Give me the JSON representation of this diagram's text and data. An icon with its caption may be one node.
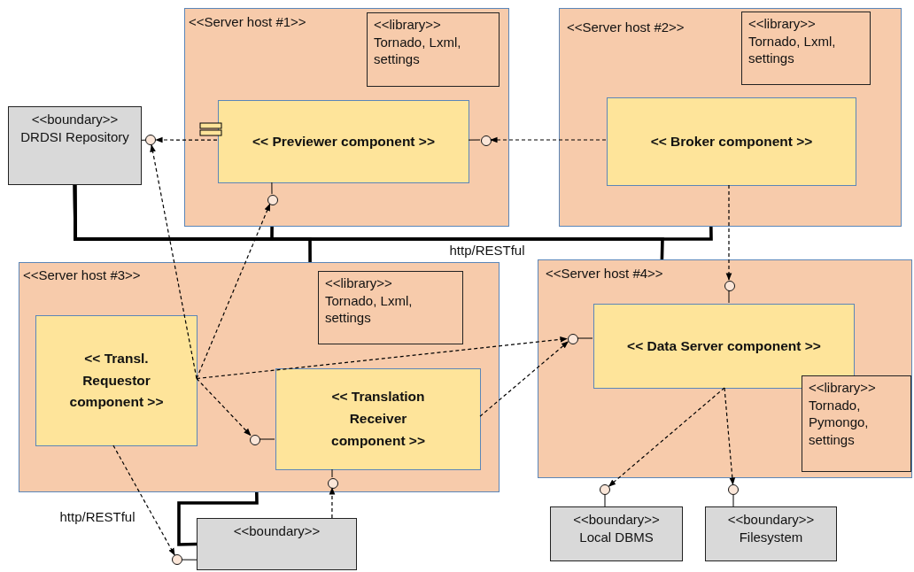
{
  "diagram": {
    "nodes": [
      {
        "text": [
          "<<Server host #1>>"
        ]
      },
      {
        "text": [
          "<<library>>",
          "Tornado, Lxml, settings"
        ],
        "in": 0
      },
      {
        "text": [
          "<< Previewer component >>"
        ],
        "in": 0
      },
      {
        "text": [
          "<<Server host #2>>"
        ]
      },
      {
        "text": [
          "<<library>>",
          "Tornado, Lxml, settings"
        ],
        "in": 3
      },
      {
        "text": [
          "<< Broker component >>"
        ],
        "in": 3
      },
      {
        "text": [
          "<<boundary>>",
          "DRDSI Repository"
        ]
      },
      {
        "text": [
          "<<Server host #3>>"
        ]
      },
      {
        "text": [
          "<<library>>",
          "Tornado, Lxml, settings"
        ],
        "in": 7
      },
      {
        "text": [
          "<< Transl. Requestor component >>"
        ],
        "in": 7
      },
      {
        "text": [
          "<< Translation Receiver component >>"
        ],
        "in": 7
      },
      {
        "text": [
          "<<Server host #4>>"
        ]
      },
      {
        "text": [
          "<< Data Server component >>"
        ],
        "in": 11
      },
      {
        "text": [
          "<<library>>",
          "Tornado, Pymongo, settings"
        ],
        "in": 11
      },
      {
        "text": [
          "<<boundary>>"
        ]
      },
      {
        "text": [
          "<<boundary>>",
          "Local DBMS"
        ]
      },
      {
        "text": [
          "<<boundary>>",
          "Filesystem"
        ]
      },
      {
        "text": [],
        "shape": "circle"
      },
      {
        "text": [],
        "shape": "circle",
        "in": 0
      },
      {
        "text": [],
        "shape": "circle",
        "in": 0
      },
      {
        "text": [],
        "shape": "circle",
        "in": 7
      },
      {
        "text": [],
        "shape": "circle",
        "in": 7
      },
      {
        "text": [],
        "shape": "circle"
      },
      {
        "text": [],
        "shape": "circle",
        "in": 11
      },
      {
        "text": [],
        "shape": "circle",
        "in": 11
      },
      {
        "text": [],
        "shape": "circle"
      },
      {
        "text": [],
        "shape": "circle"
      }
    ],
    "edges": [
      {
        "from": 6,
        "to": 0,
        "arrow": "none",
        "style": "thick"
      },
      {
        "from": 6,
        "to": 7,
        "arrow": "none",
        "style": "thick"
      },
      {
        "from": 6,
        "to": 3,
        "arrow": "none",
        "style": "thick",
        "label": "http/RESTful"
      },
      {
        "from": 6,
        "to": 11,
        "arrow": "none",
        "style": "thick"
      },
      {
        "from": 7,
        "to": 14,
        "arrow": "none",
        "style": "thick"
      },
      {
        "from": 2,
        "to": 17,
        "arrow": "to",
        "style": "dashed"
      },
      {
        "from": 5,
        "to": 18,
        "arrow": "to",
        "style": "dashed"
      },
      {
        "from": 9,
        "to": 17,
        "arrow": "to",
        "style": "dashed"
      },
      {
        "from": 9,
        "to": 19,
        "arrow": "to",
        "style": "dashed"
      },
      {
        "from": 9,
        "to": 24,
        "arrow": "to",
        "style": "dashed"
      },
      {
        "from": 9,
        "to": 20,
        "arrow": "to",
        "style": "dashed"
      },
      {
        "from": 10,
        "to": 24,
        "arrow": "to",
        "style": "dashed"
      },
      {
        "from": 9,
        "to": 22,
        "arrow": "to",
        "style": "dashed",
        "label": "http/RESTful"
      },
      {
        "from": 14,
        "to": 21,
        "arrow": "to",
        "style": "dashed"
      },
      {
        "from": 5,
        "to": 23,
        "arrow": "to",
        "style": "dashed"
      },
      {
        "from": 12,
        "to": 25,
        "arrow": "to",
        "style": "dashed"
      },
      {
        "from": 12,
        "to": 26,
        "arrow": "to",
        "style": "dashed"
      },
      {
        "from": 6,
        "to": 17,
        "arrow": "none"
      },
      {
        "from": 2,
        "to": 18,
        "arrow": "none"
      },
      {
        "from": 2,
        "to": 19,
        "arrow": "none"
      },
      {
        "from": 10,
        "to": 20,
        "arrow": "none"
      },
      {
        "from": 10,
        "to": 21,
        "arrow": "none"
      },
      {
        "from": 14,
        "to": 22,
        "arrow": "none"
      },
      {
        "from": 12,
        "to": 23,
        "arrow": "none"
      },
      {
        "from": 12,
        "to": 24,
        "arrow": "none"
      },
      {
        "from": 15,
        "to": 25,
        "arrow": "none"
      },
      {
        "from": 16,
        "to": 26,
        "arrow": "none"
      }
    ]
  }
}
